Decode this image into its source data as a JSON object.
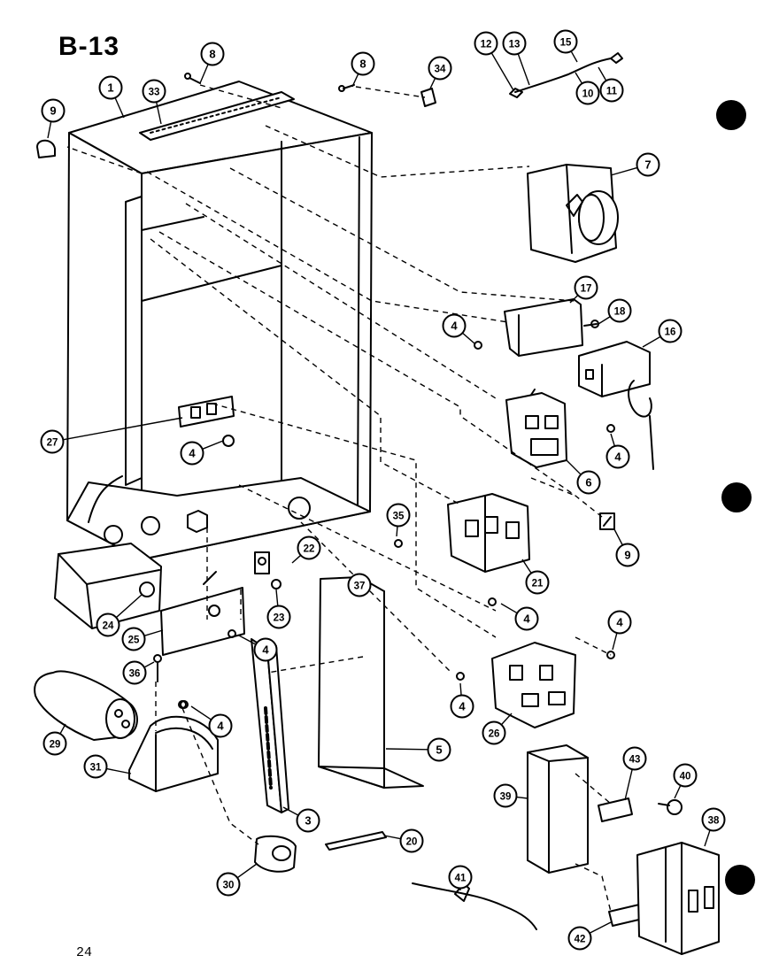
{
  "diagram": {
    "title": "B-13",
    "page_number": "24",
    "callouts": [
      {
        "id": "c1",
        "label": "1"
      },
      {
        "id": "c33",
        "label": "33"
      },
      {
        "id": "c8a",
        "label": "8"
      },
      {
        "id": "c8b",
        "label": "8"
      },
      {
        "id": "c34",
        "label": "34"
      },
      {
        "id": "c12",
        "label": "12"
      },
      {
        "id": "c13",
        "label": "13"
      },
      {
        "id": "c15",
        "label": "15"
      },
      {
        "id": "c10",
        "label": "10"
      },
      {
        "id": "c11",
        "label": "11"
      },
      {
        "id": "c9a",
        "label": "9"
      },
      {
        "id": "c7",
        "label": "7"
      },
      {
        "id": "c17",
        "label": "17"
      },
      {
        "id": "c18",
        "label": "18"
      },
      {
        "id": "c4a",
        "label": "4"
      },
      {
        "id": "c16",
        "label": "16"
      },
      {
        "id": "c4b",
        "label": "4"
      },
      {
        "id": "c6",
        "label": "6"
      },
      {
        "id": "c27",
        "label": "27"
      },
      {
        "id": "c4c",
        "label": "4"
      },
      {
        "id": "c35",
        "label": "35"
      },
      {
        "id": "c22",
        "label": "22"
      },
      {
        "id": "c9b",
        "label": "9"
      },
      {
        "id": "c37",
        "label": "37"
      },
      {
        "id": "c21",
        "label": "21"
      },
      {
        "id": "c23",
        "label": "23"
      },
      {
        "id": "c24",
        "label": "24"
      },
      {
        "id": "c25",
        "label": "25"
      },
      {
        "id": "c4d",
        "label": "4"
      },
      {
        "id": "c4e",
        "label": "4"
      },
      {
        "id": "c4f",
        "label": "4"
      },
      {
        "id": "c36",
        "label": "36"
      },
      {
        "id": "c4g",
        "label": "4"
      },
      {
        "id": "c4h",
        "label": "4"
      },
      {
        "id": "c29",
        "label": "29"
      },
      {
        "id": "c26",
        "label": "26"
      },
      {
        "id": "c31",
        "label": "31"
      },
      {
        "id": "c5",
        "label": "5"
      },
      {
        "id": "c43",
        "label": "43"
      },
      {
        "id": "c40",
        "label": "40"
      },
      {
        "id": "c39",
        "label": "39"
      },
      {
        "id": "c38",
        "label": "38"
      },
      {
        "id": "c3",
        "label": "3"
      },
      {
        "id": "c20",
        "label": "20"
      },
      {
        "id": "c30",
        "label": "30"
      },
      {
        "id": "c41",
        "label": "41"
      },
      {
        "id": "c42",
        "label": "42"
      }
    ]
  }
}
